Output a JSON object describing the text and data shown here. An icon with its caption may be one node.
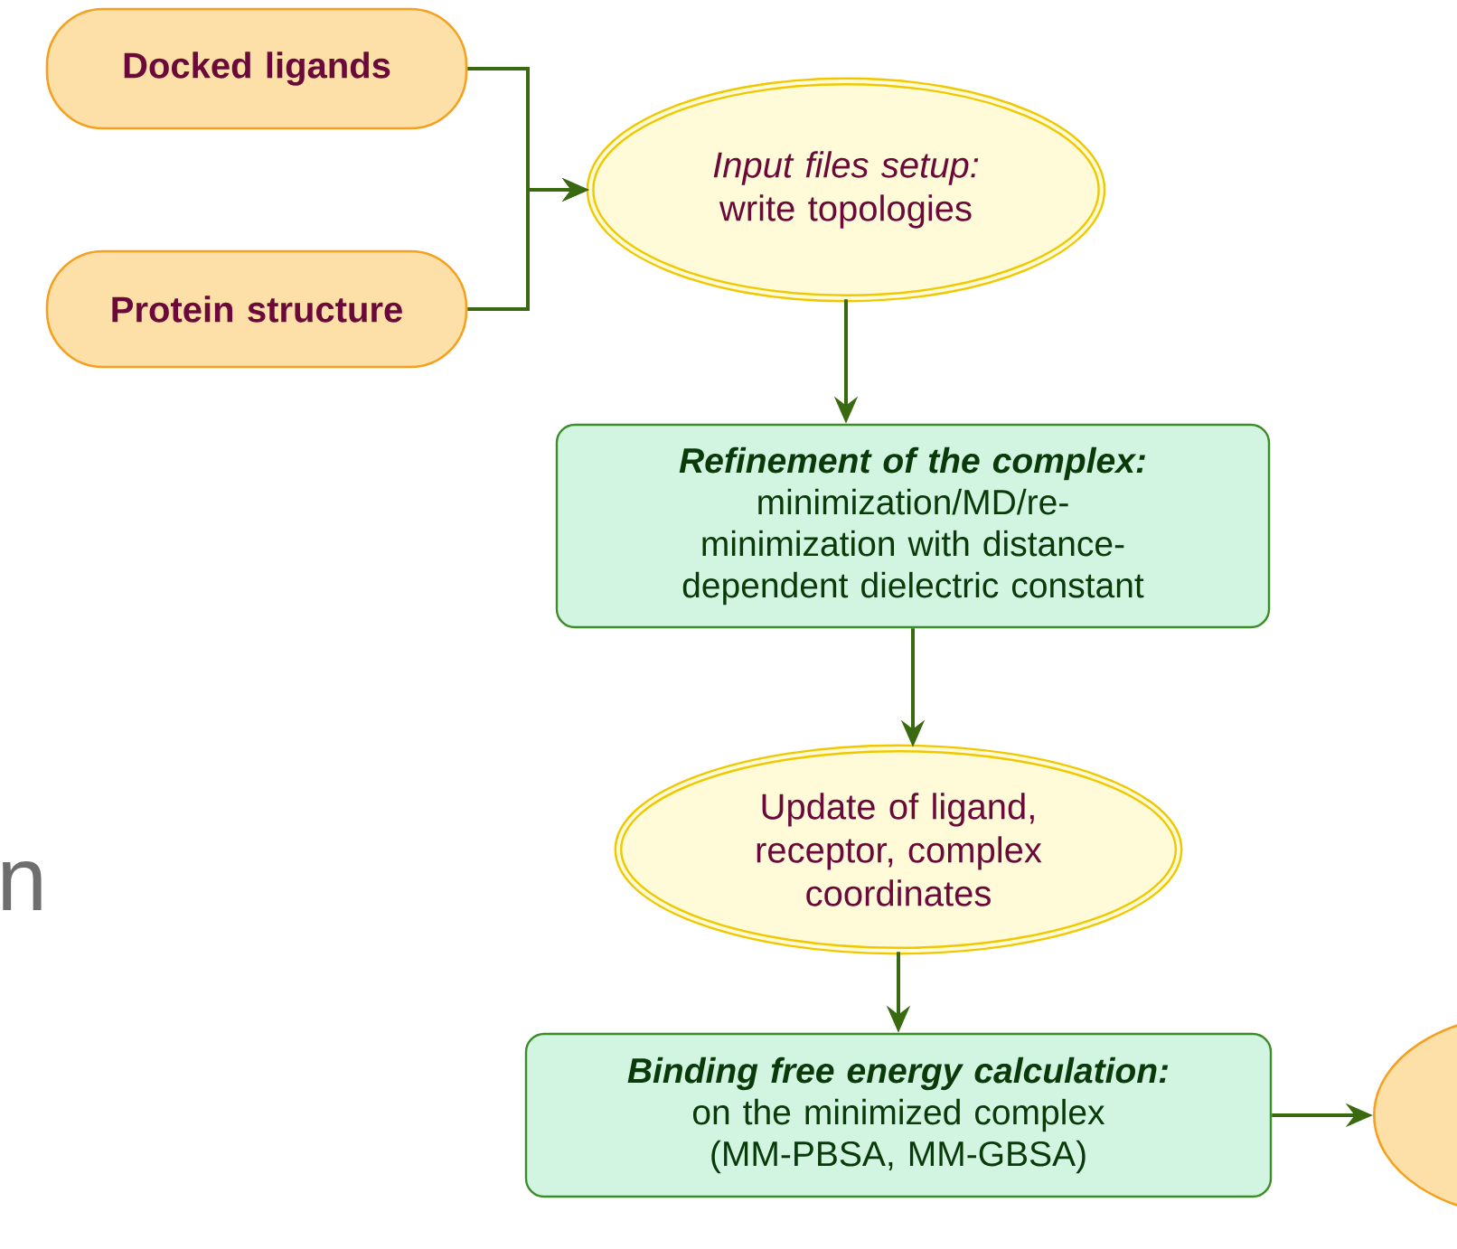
{
  "diagram": {
    "nodes": [
      {
        "text": [
          "Docked ligands"
        ]
      },
      {
        "text": [
          "Protein structure"
        ]
      },
      {
        "text": [
          "Input files setup:",
          "write topologies"
        ]
      },
      {
        "text": [
          "Refinement of the complex:",
          "minimization/MD/re-minimization with distance-dependent dielectric constant"
        ]
      },
      {
        "text": [
          "Update of ligand, receptor, complex coordinates"
        ]
      },
      {
        "text": [
          "Binding free energy calculation:",
          "on the minimized complex (MM-PBSA, MM-GBSA)"
        ]
      },
      {
        "text": [],
        "shape": "ellipse"
      }
    ],
    "edges": [
      {
        "from": 0,
        "to": 2,
        "arrow": "to"
      },
      {
        "from": 1,
        "to": 2,
        "arrow": "to"
      },
      {
        "from": 2,
        "to": 3,
        "arrow": "to"
      },
      {
        "from": 3,
        "to": 4,
        "arrow": "to"
      },
      {
        "from": 4,
        "to": 5,
        "arrow": "to"
      },
      {
        "from": 5,
        "to": 6,
        "arrow": "to"
      }
    ],
    "labels": [
      "n"
    ]
  }
}
